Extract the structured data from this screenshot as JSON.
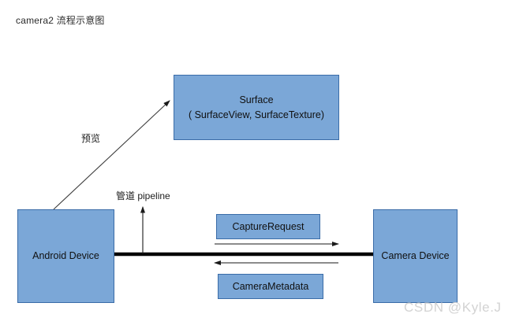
{
  "title": "camera2 流程示意图",
  "nodes": {
    "surface": {
      "line1": "Surface",
      "line2": "( SurfaceView, SurfaceTexture)"
    },
    "android_device": {
      "label": "Android Device"
    },
    "camera_device": {
      "label": "Camera Device"
    },
    "capture_request": {
      "label": "CaptureRequest"
    },
    "camera_metadata": {
      "label": "CameraMetadata"
    }
  },
  "edges": {
    "preview_label": "预览",
    "pipeline_label": "管道 pipeline"
  },
  "watermark": "CSDN @Kyle.J",
  "colors": {
    "node_fill": "#7ba7d7",
    "node_border": "#3a6ca8",
    "background": "#ffffff",
    "connector": "#000000",
    "thin_connector": "#333333",
    "text": "#101010",
    "watermark": "#d3d3d3"
  }
}
